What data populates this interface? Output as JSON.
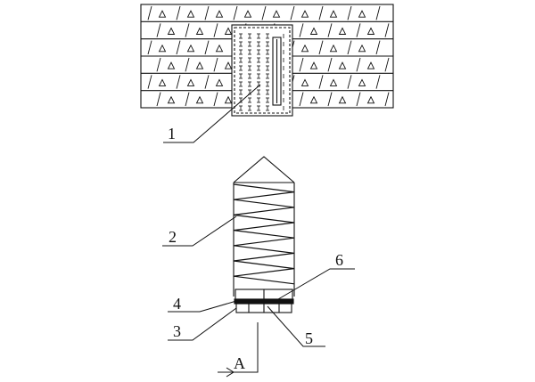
{
  "colors": {
    "line": "#111111",
    "background": "#ffffff"
  },
  "labels": {
    "part_1": "1",
    "part_2": "2",
    "part_3": "3",
    "part_4": "4",
    "part_5": "5",
    "part_6": "6",
    "view_a": "A"
  },
  "symbols": {
    "aggregate": "△",
    "marker": "I"
  }
}
